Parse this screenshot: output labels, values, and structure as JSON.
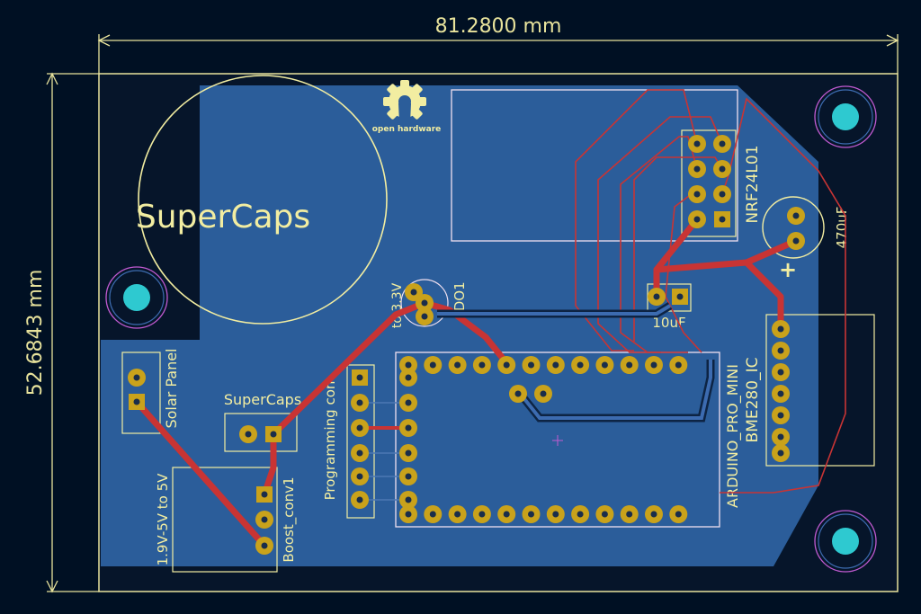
{
  "dimensions": {
    "width_label": "81.2800 mm",
    "height_label": "52.6843 mm"
  },
  "silkscreen": {
    "supercaps_big": "SuperCaps",
    "supercaps_small": "SuperCaps",
    "solar_panel": "Solar Panel",
    "boost_range": "1.9V-5V to 5V",
    "boost_ref": "Boost_conv1",
    "programming": "Programming con",
    "ldo_label": "to 3.3V",
    "ldo_ref": "LDO1",
    "cap_10uf": "10uF",
    "cap_470uf": "470uF",
    "cap_plus": "+",
    "nrf": "NRF24L01",
    "arduino": "ARDUINO_PRO_MINI",
    "bme": "BME280_IC",
    "oshw_logo_text": "open hardware"
  },
  "colors": {
    "background": "#001023",
    "copper_fill": "#2b5d9a",
    "track": "#c83434",
    "silkscreen": "#f2eda1",
    "pad": "#c9a21b",
    "mounting_hole": "#2ec9d0",
    "edge": "#e8e39c"
  }
}
